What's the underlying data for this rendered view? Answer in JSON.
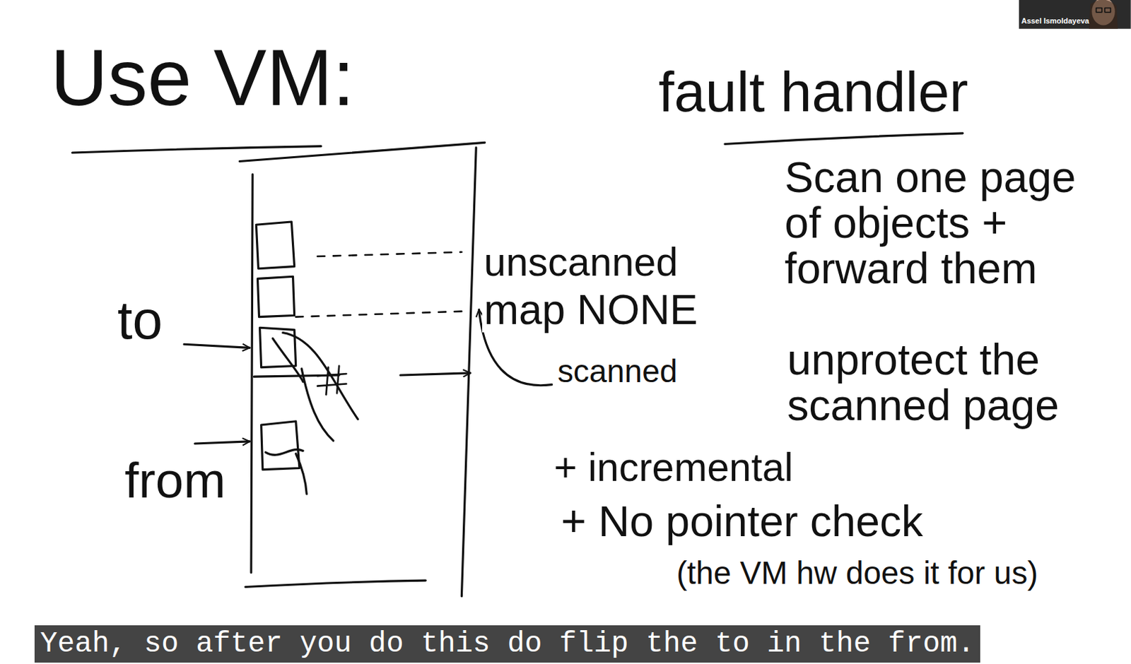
{
  "diagram": {
    "title": "Use VM:",
    "caption": "Yeah, so after you do this do flip the to in the from.",
    "labels": [
      "Assel Ismoldayeva",
      "fault handler",
      "Scan one page of objects + forward them",
      "unscanned",
      "map NONE",
      "to",
      "scanned",
      "unprotect the scanned page",
      "+ incremental",
      "from",
      "+ No pointer check",
      "(the VM hw does it for us)"
    ]
  }
}
